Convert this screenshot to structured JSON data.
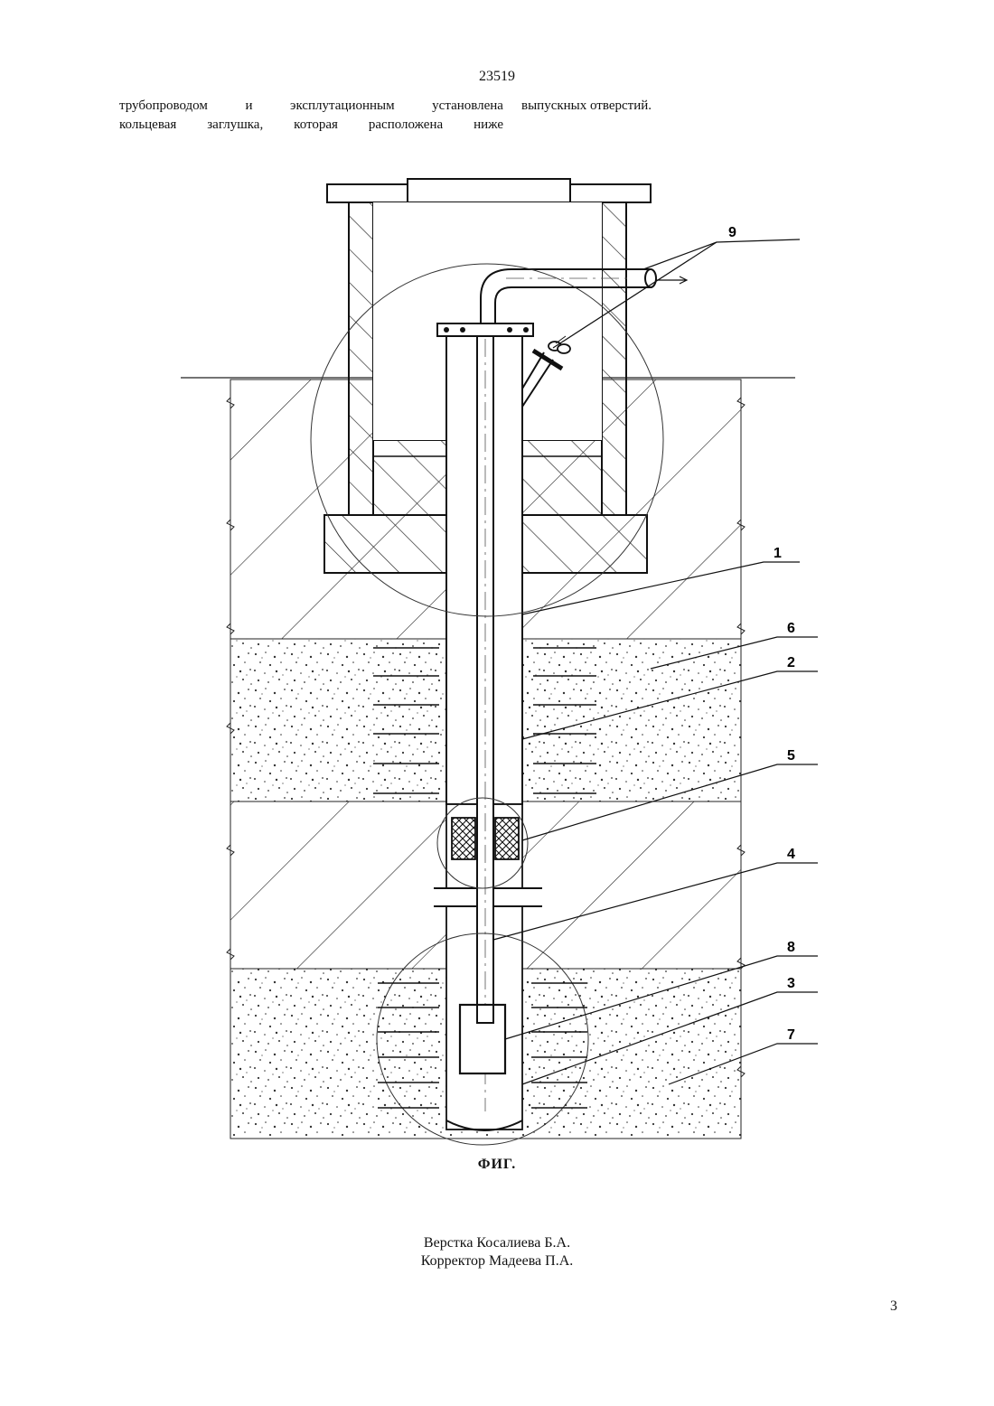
{
  "header": {
    "doc_number": "23519"
  },
  "body_text": {
    "left_line1_words": [
      "трубопроводом",
      "и",
      "эксплутационным",
      "установлена"
    ],
    "left_line2_words": [
      "кольцевая",
      "заглушка,",
      "которая",
      "расположена",
      "ниже"
    ],
    "right_line1": "выпускных отверстий."
  },
  "figure": {
    "labels": [
      "9",
      "1",
      "6",
      "2",
      "5",
      "4",
      "8",
      "3",
      "7"
    ],
    "caption": "ФИГ."
  },
  "footer": {
    "layout_credit": "Верстка Косалиева Б.А.",
    "proof_credit": "Корректор Мадеева П.А.",
    "page_number": "3"
  }
}
